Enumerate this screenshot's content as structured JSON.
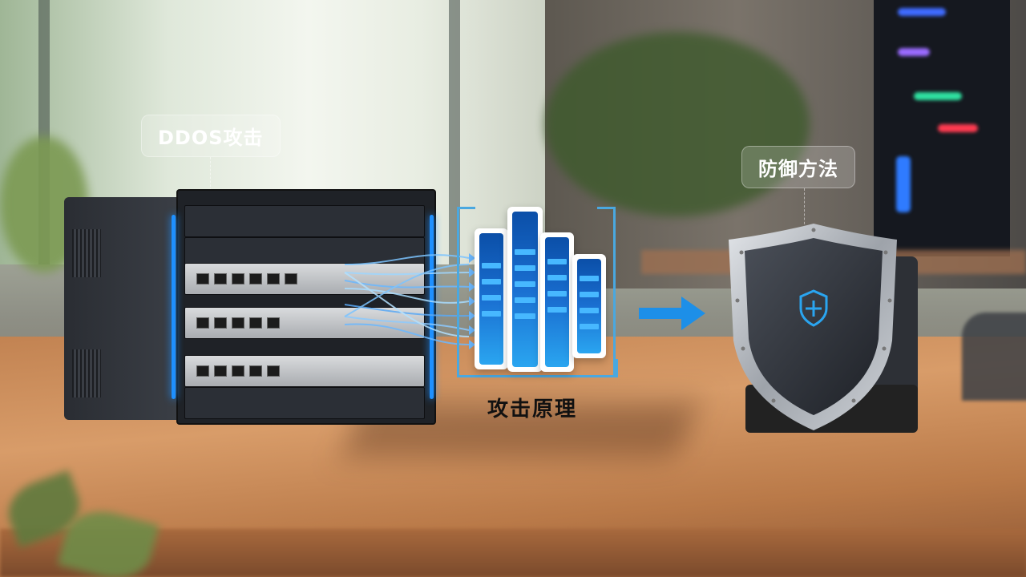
{
  "labels": {
    "ddos": "DDOS攻击",
    "defense": "防御方法",
    "principle": "攻击原理"
  },
  "icons": {
    "shield_emblem": "shield-plus-icon",
    "flow_arrow": "arrow-right-icon"
  },
  "colors": {
    "accent_blue": "#1d8fe8",
    "bar_glow": "#2aa5f0",
    "shield_metal": "#b8bcc2",
    "label_text": "#ffffff"
  }
}
